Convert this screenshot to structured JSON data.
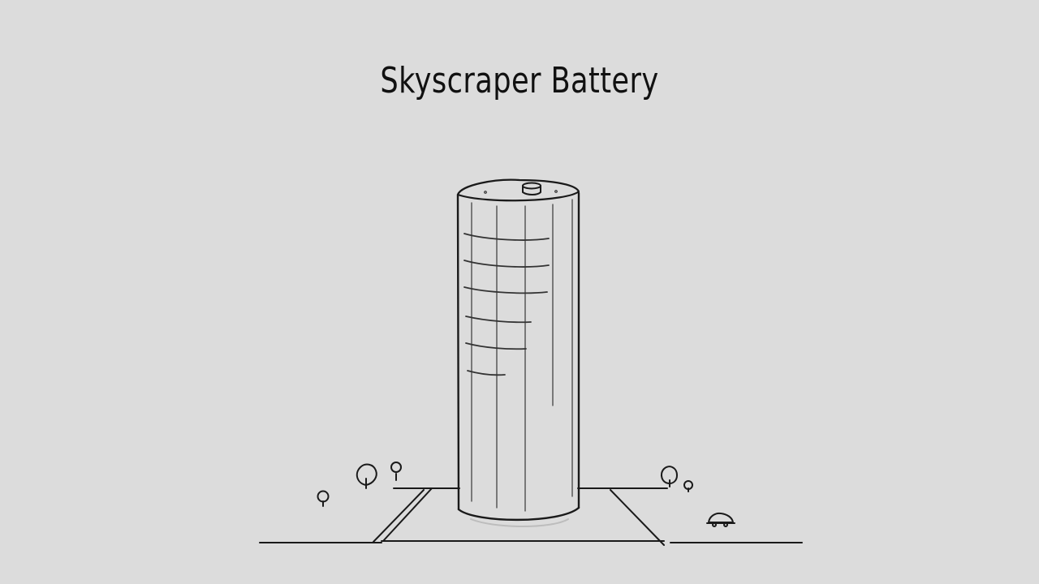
{
  "title": "Skyscraper Battery",
  "colors": {
    "background": "#dcdcdc",
    "ink": "#1a1a1a",
    "ink_light": "#555555"
  },
  "illustration": {
    "subject": "battery-shaped cylindrical skyscraper",
    "elements": [
      "battery-tower",
      "plaza",
      "road",
      "trees",
      "car"
    ]
  }
}
